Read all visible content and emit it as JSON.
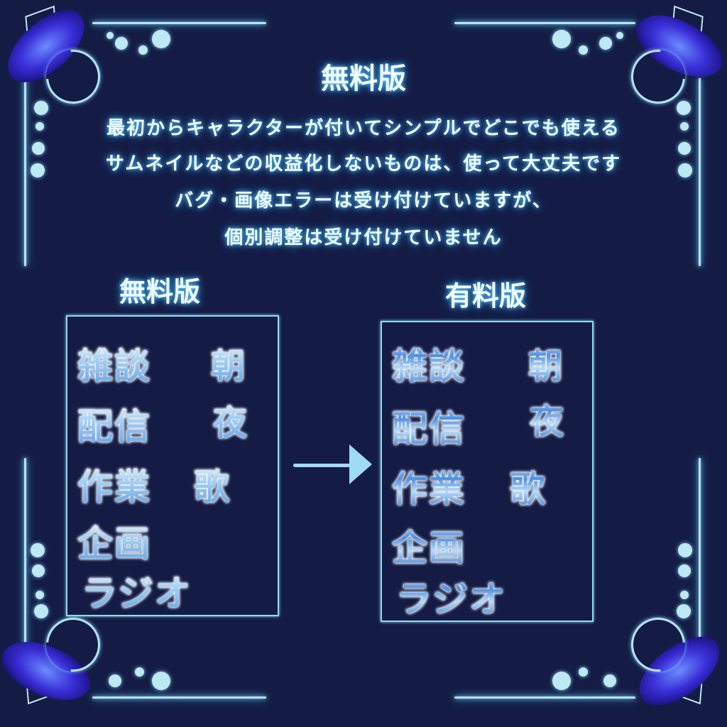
{
  "header": {
    "title": "無料版",
    "lines": [
      "最初からキャラクターが付いてシンプルでどこでも使える",
      "サムネイルなどの収益化しないものは、使って大丈夫です",
      "バグ・画像エラーは受け付けていますが、",
      "個別調整は受け付けていません"
    ]
  },
  "comparison": {
    "free": {
      "label": "無料版",
      "items": [
        "雑談",
        "朝",
        "配信",
        "夜",
        "作業",
        "歌",
        "企画",
        "ラジオ"
      ]
    },
    "paid": {
      "label": "有料版",
      "items": [
        "雑談",
        "朝",
        "配信",
        "夜",
        "作業",
        "歌",
        "企画",
        "ラジオ"
      ]
    },
    "arrow_icon": "arrow-right-icon"
  },
  "decor": {
    "frame_color": "#b6e4f7",
    "background_color": "#141c45",
    "icons": [
      "wing-icon",
      "crescent-moon-icon",
      "bubble-dots-icon",
      "diamond-outline-icon"
    ]
  }
}
